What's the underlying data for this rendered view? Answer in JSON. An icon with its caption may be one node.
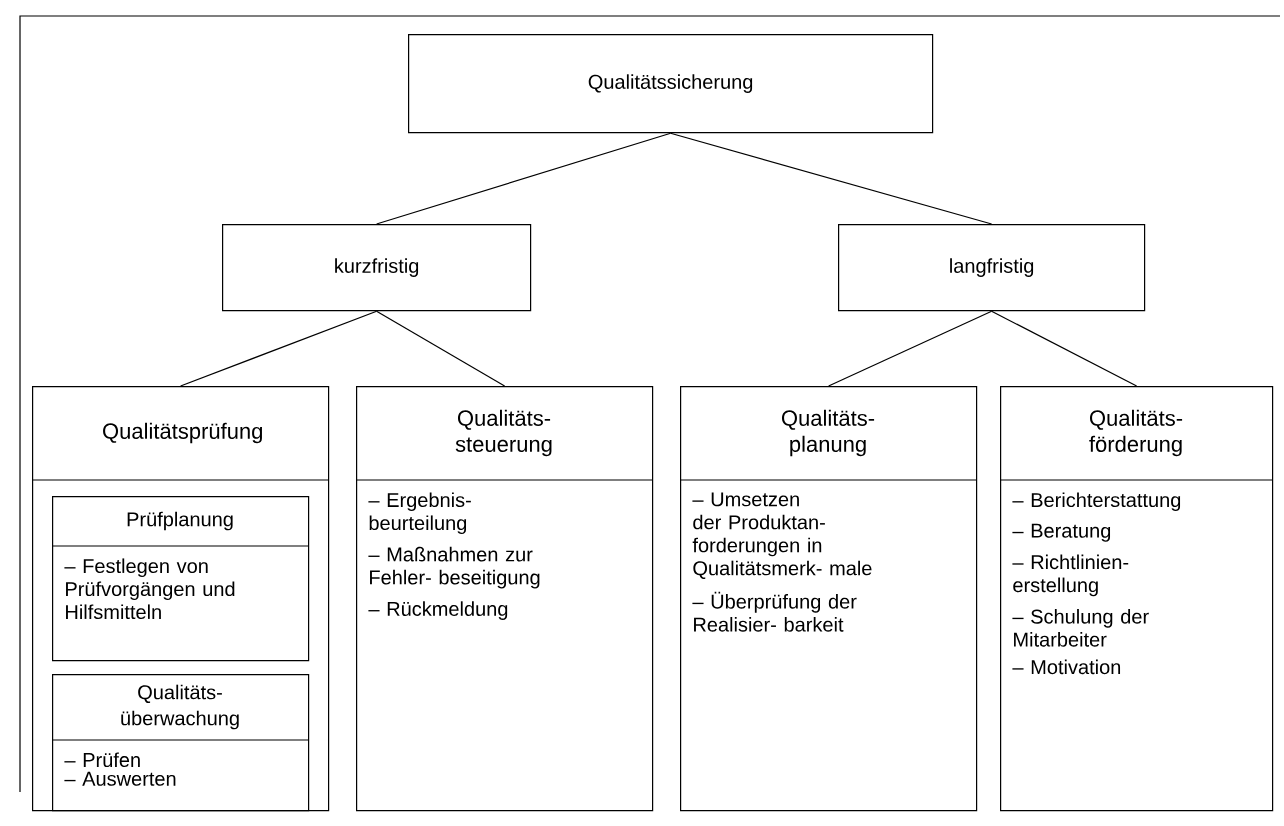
{
  "diagram": {
    "nodes": [
      {
        "text": [
          "Qualitätssicherung"
        ]
      },
      {
        "text": [
          "kurzfristig"
        ]
      },
      {
        "text": [
          "langfristig"
        ]
      },
      {
        "text": [
          "Qualitätsprüfung"
        ]
      },
      {
        "text": [
          "Qualitäts- steuerung",
          "– Ergebnis- beurteilung",
          "– Maßnahmen zur Fehler- beseitigung",
          "– Rückmeldung"
        ]
      },
      {
        "text": [
          "Qualitäts- planung",
          "– Umsetzen der Produktan- forderungen in Qualitätsmerk- male",
          "– Überprüfung der Realisier- barkeit"
        ]
      },
      {
        "text": [
          "Qualitäts- förderung",
          "– Berichterstattung",
          "– Beratung",
          "– Richtlinien- erstellung",
          "– Schulung der Mitarbeiter",
          "– Motivation"
        ]
      },
      {
        "text": [
          "Prüfplanung",
          "– Festlegen von Prüfvorgängen und Hilfsmitteln"
        ],
        "in": 3
      },
      {
        "text": [
          "Qualitäts- überwachung",
          "– Prüfen",
          "– Auswerten"
        ],
        "in": 3
      }
    ],
    "edges": [
      {
        "from": 0,
        "to": 1,
        "arrow": "none"
      },
      {
        "from": 0,
        "to": 2,
        "arrow": "none"
      },
      {
        "from": 1,
        "to": 3,
        "arrow": "none"
      },
      {
        "from": 1,
        "to": 4,
        "arrow": "none"
      },
      {
        "from": 2,
        "to": 5,
        "arrow": "none"
      },
      {
        "from": 2,
        "to": 6,
        "arrow": "none"
      }
    ]
  }
}
